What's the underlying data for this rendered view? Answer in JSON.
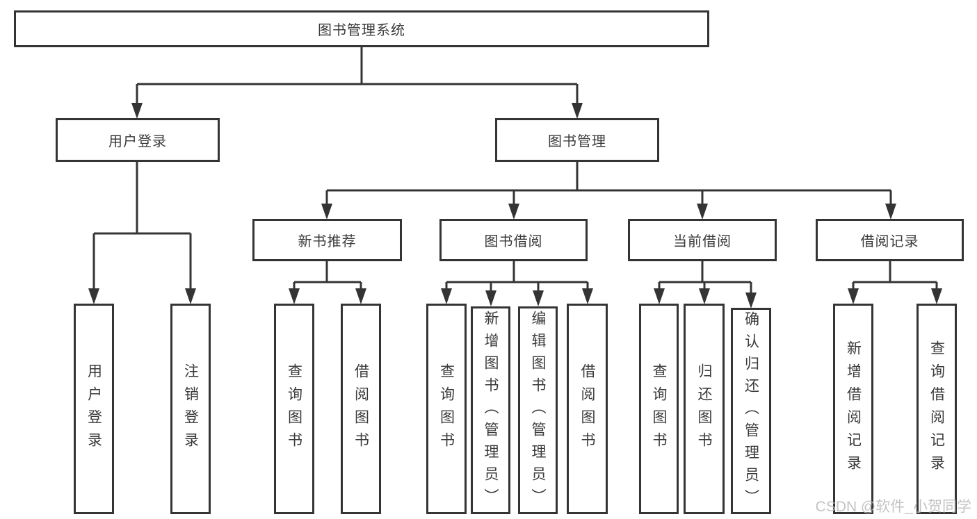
{
  "diagram": {
    "title": "图书管理系统",
    "type": "function-structure-tree",
    "root": {
      "label": "图书管理系统"
    },
    "level2": [
      {
        "label": "用户登录"
      },
      {
        "label": "图书管理"
      }
    ],
    "level3": [
      {
        "label": "新书推荐",
        "parent": "图书管理"
      },
      {
        "label": "图书借阅",
        "parent": "图书管理"
      },
      {
        "label": "当前借阅",
        "parent": "图书管理"
      },
      {
        "label": "借阅记录",
        "parent": "图书管理"
      }
    ],
    "leaves": [
      {
        "label": "用户登录",
        "parent": "用户登录"
      },
      {
        "label": "注销登录",
        "parent": "用户登录"
      },
      {
        "label": "查询图书",
        "parent": "新书推荐"
      },
      {
        "label": "借阅图书",
        "parent": "新书推荐"
      },
      {
        "label": "查询图书",
        "parent": "图书借阅"
      },
      {
        "label": "新增图书（管理员）",
        "parent": "图书借阅"
      },
      {
        "label": "编辑图书（管理员）",
        "parent": "图书借阅"
      },
      {
        "label": "借阅图书",
        "parent": "图书借阅"
      },
      {
        "label": "查询图书",
        "parent": "当前借阅"
      },
      {
        "label": "归还图书",
        "parent": "当前借阅"
      },
      {
        "label": "确认归还（管理员）",
        "parent": "当前借阅"
      },
      {
        "label": "新增借阅记录",
        "parent": "借阅记录"
      },
      {
        "label": "查询借阅记录",
        "parent": "借阅记录"
      }
    ],
    "colors": {
      "line": "#343434",
      "text": "#3a3a3a",
      "box_background": "#ffffff",
      "watermark": "#b9b9b9"
    }
  },
  "watermark": {
    "text": "CSDN @软件_小贺同学"
  }
}
